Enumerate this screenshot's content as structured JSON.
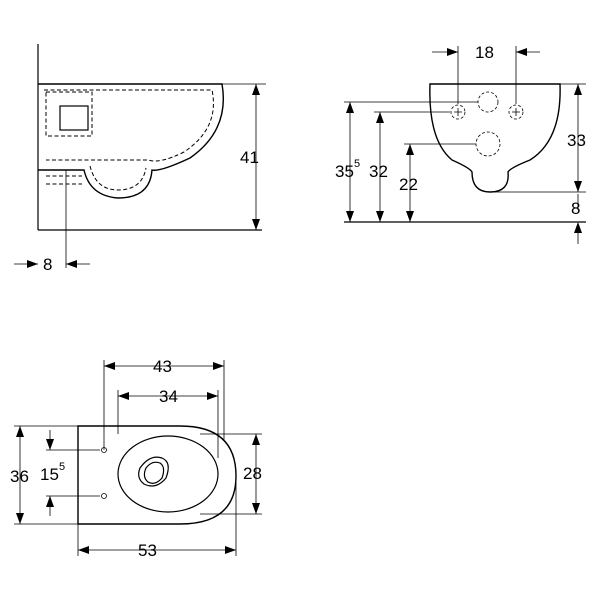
{
  "side_view": {
    "height_label": "41",
    "wall_offset_label": "8"
  },
  "front_view": {
    "fixing_distance_label": "18",
    "top_height_label": "33",
    "height_a_main": "35",
    "height_a_sup": "5",
    "height_b_label": "32",
    "outlet_height_label": "22",
    "floor_offset_label": "8"
  },
  "plan_view": {
    "inner_length_label": "43",
    "bowl_length_label": "34",
    "overall_width_label": "36",
    "hole_spacing_main": "15",
    "hole_spacing_sup": "5",
    "bowl_width_label": "28",
    "overall_length_label": "53"
  }
}
